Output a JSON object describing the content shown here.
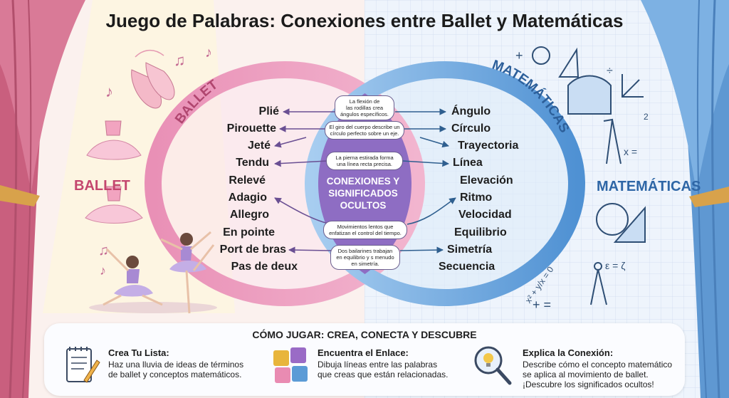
{
  "title": "Juego de Palabras: Conexiones entre Ballet y Matemáticas",
  "side_labels": {
    "left": "BALLET",
    "right": "MATEMÁTICAS"
  },
  "circle_labels": {
    "left": "BALLET",
    "right": "MATEMÁTICAS"
  },
  "center": {
    "line1": "CONEXIONES Y",
    "line2": "SIGNIFICADOS",
    "line3": "OCULTOS"
  },
  "ballet_terms": [
    "Plié",
    "Pirouette",
    "Jeté",
    "Tendu",
    "Relevé",
    "Adagio",
    "Allegro",
    "En pointe",
    "Port de bras",
    "Pas de deux"
  ],
  "math_terms": [
    "Ángulo",
    "Círculo",
    "Trayectoria",
    "Línea",
    "Elevación",
    "Ritmo",
    "Velocidad",
    "Equilibrio",
    "Simetría",
    "Secuencia"
  ],
  "bubbles": [
    {
      "l1": "La flexión de",
      "l2": "las rodillas crea",
      "l3": "ángulos específicos."
    },
    {
      "l1": "El giro del cuerpo describe un",
      "l2": "círculo perfecto sobre un eje."
    },
    {
      "l1": "La pierna estirada forma",
      "l2": "una línea recta precisa."
    },
    {
      "l1": "Movimientos lentos que",
      "l2": "enfatizan el control del tiempo."
    },
    {
      "l1": "Dos bailarines trabajan",
      "l2": "en equilibrio y s menudo",
      "l3": "en simetría."
    }
  ],
  "math_symbols": {
    "plus": "+",
    "divide": "÷",
    "squared": "2",
    "xeq": "x = ",
    "eps": "ε = ζ",
    "pluseq": "+ =",
    "formula": "x² + y/x = 0"
  },
  "howto": {
    "heading": "CÓMO JUGAR: CREA, CONECTA Y DESCUBRE",
    "steps": [
      {
        "title": "Crea Tu Lista:",
        "l1": "Haz una lluvia de ideas de términos",
        "l2": "de ballet y conceptos matemáticos."
      },
      {
        "title": "Encuentra el Enlace:",
        "l1": "Dibuja líneas entre las palabras",
        "l2": "que creas que están relacionadas."
      },
      {
        "title": "Explica la Conexión:",
        "l1": "Describe cómo el concepto matemático",
        "l2": "se aplica al movimiento de ballet.",
        "l3": "¡Descubre los significados ocultos!"
      }
    ]
  },
  "colors": {
    "pink": "#e58bb1",
    "blue": "#5a9bd8",
    "purple": "#8a6bbf",
    "curtain_pink": "#d26a86",
    "curtain_blue": "#6ea7dc"
  }
}
